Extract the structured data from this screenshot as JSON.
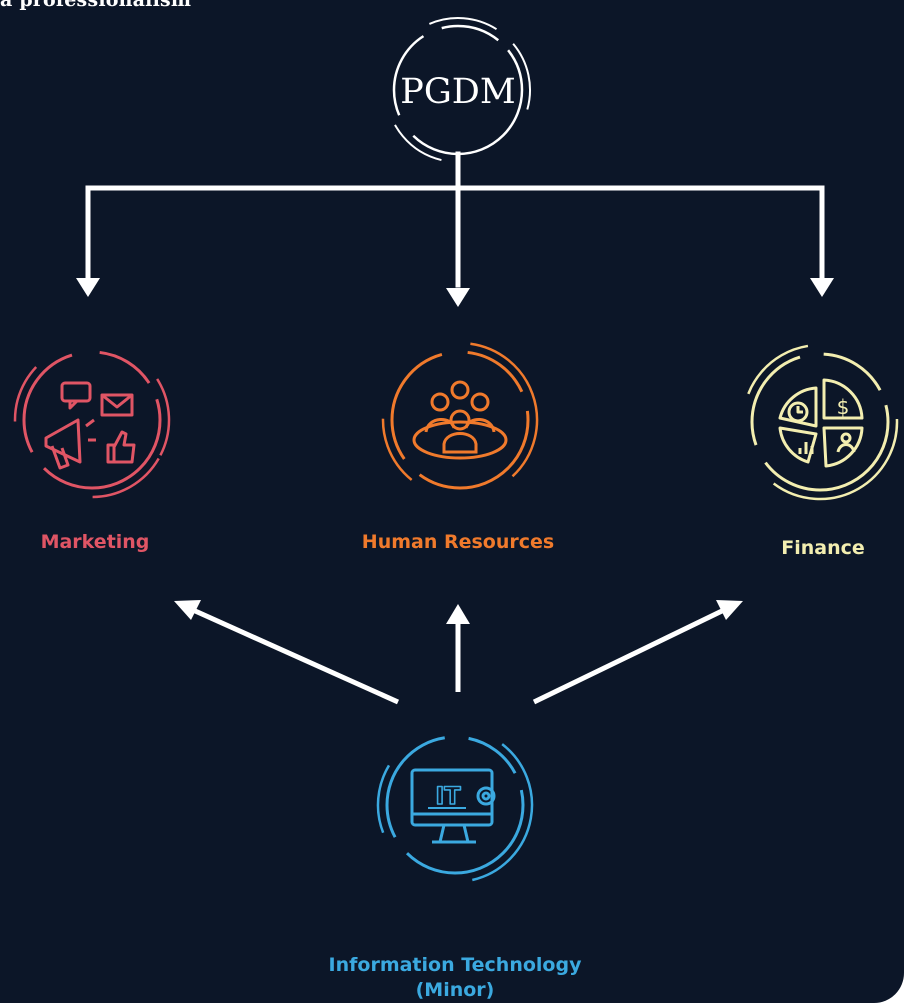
{
  "caption": "a professionalism",
  "root": {
    "label": "PGDM"
  },
  "specializations": [
    {
      "label": "Marketing",
      "color": "#e05565",
      "icon": "marketing-megaphone-icon"
    },
    {
      "label": "Human Resources",
      "color": "#f07a2c",
      "icon": "team-people-icon"
    },
    {
      "label": "Finance",
      "color": "#f3eeb0",
      "icon": "finance-pie-chart-icon"
    }
  ],
  "minor": {
    "label_line1": "Information Technology",
    "label_line2": "(Minor)",
    "color": "#3ba9e0",
    "icon": "it-computer-gear-icon"
  },
  "colors": {
    "background": "#0c1628",
    "arrows": "#ffffff"
  }
}
